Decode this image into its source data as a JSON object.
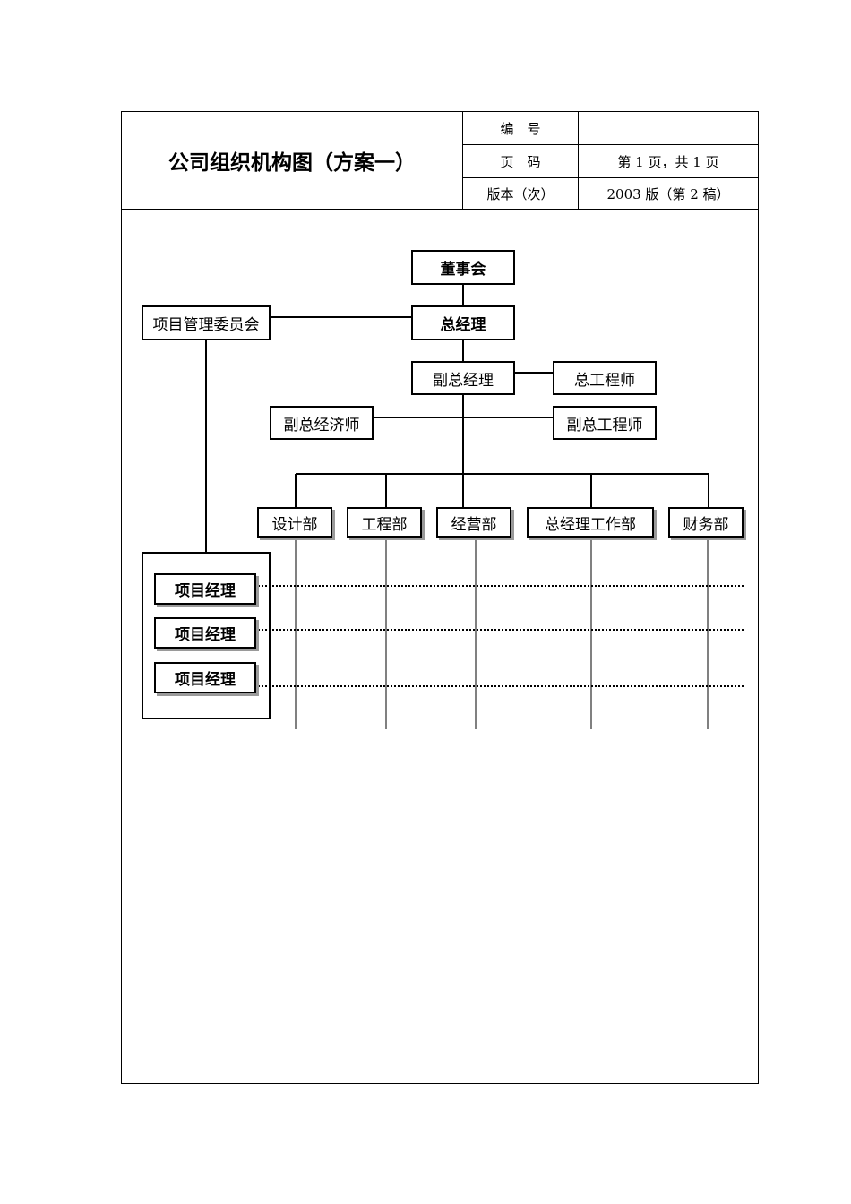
{
  "header": {
    "title": "公司组织机构图（方案一）",
    "rows": [
      {
        "label": "编　号",
        "value": ""
      },
      {
        "label": "页　码",
        "value": "第 1 页，共 1 页"
      },
      {
        "label": "版本（次）",
        "value": "2003 版（第 2 稿）"
      }
    ]
  },
  "org": {
    "board": "董事会",
    "gm": "总经理",
    "committee": "项目管理委员会",
    "deputy_gm": "副总经理",
    "chief_engineer": "总工程师",
    "deputy_economist": "副总经济师",
    "deputy_engineer": "副总工程师",
    "departments": [
      "设计部",
      "工程部",
      "经营部",
      "总经理工作部",
      "财务部"
    ],
    "project_managers": [
      "项目经理",
      "项目经理",
      "项目经理"
    ]
  }
}
